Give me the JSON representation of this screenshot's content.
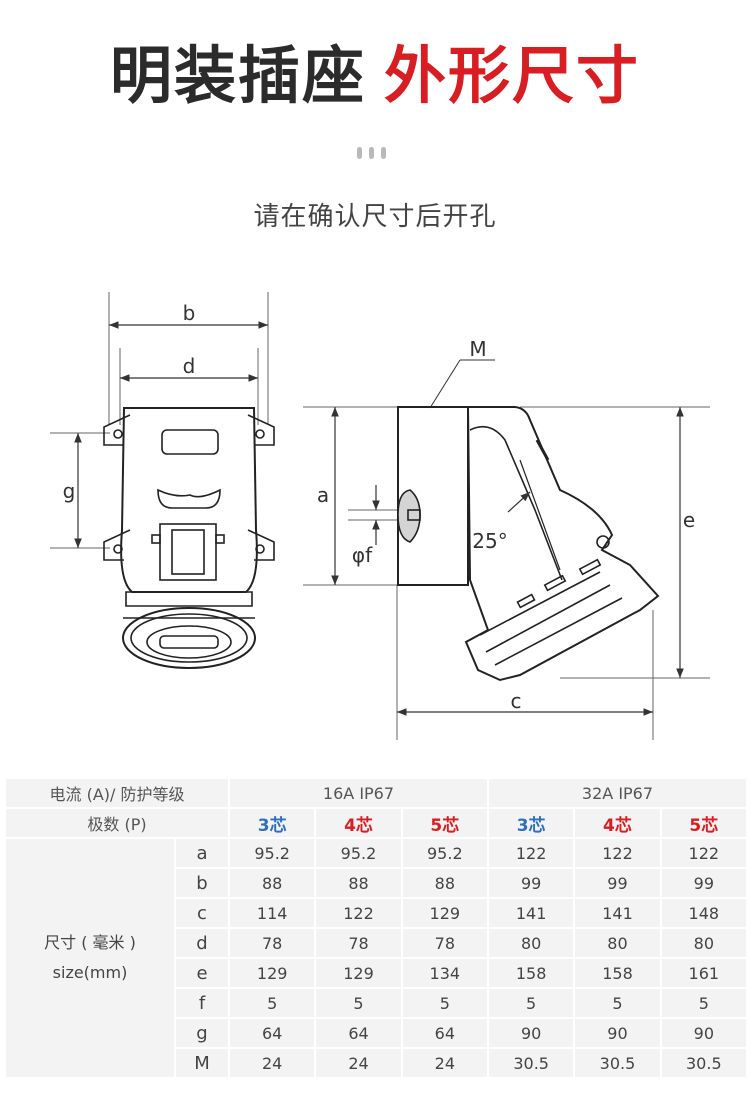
{
  "title": {
    "part1": "明装插座",
    "part2": "外形尺寸"
  },
  "subtitle": "请在确认尺寸后开孔",
  "drawing": {
    "labels": {
      "b": "b",
      "d": "d",
      "g": "g",
      "M": "M",
      "a": "a",
      "f": "φf",
      "angle": "25°",
      "e": "e",
      "c": "c"
    }
  },
  "table": {
    "header_current": "电流 (A)/ 防护等级",
    "group_16": "16A  IP67",
    "group_32": "32A  IP67",
    "header_poles": "极数 (P)",
    "poles": [
      "3芯",
      "4芯",
      "5芯",
      "3芯",
      "4芯",
      "5芯"
    ],
    "size_label_1": "尺寸 ( 毫米 )",
    "size_label_2": "size(mm)",
    "rows": [
      {
        "key": "a",
        "values": [
          "95.2",
          "95.2",
          "95.2",
          "122",
          "122",
          "122"
        ]
      },
      {
        "key": "b",
        "values": [
          "88",
          "88",
          "88",
          "99",
          "99",
          "99"
        ]
      },
      {
        "key": "c",
        "values": [
          "114",
          "122",
          "129",
          "141",
          "141",
          "148"
        ]
      },
      {
        "key": "d",
        "values": [
          "78",
          "78",
          "78",
          "80",
          "80",
          "80"
        ]
      },
      {
        "key": "e",
        "values": [
          "129",
          "129",
          "134",
          "158",
          "158",
          "161"
        ]
      },
      {
        "key": "f",
        "values": [
          "5",
          "5",
          "5",
          "5",
          "5",
          "5"
        ]
      },
      {
        "key": "g",
        "values": [
          "64",
          "64",
          "64",
          "90",
          "90",
          "90"
        ]
      },
      {
        "key": "M",
        "values": [
          "24",
          "24",
          "24",
          "30.5",
          "30.5",
          "30.5"
        ]
      }
    ]
  }
}
